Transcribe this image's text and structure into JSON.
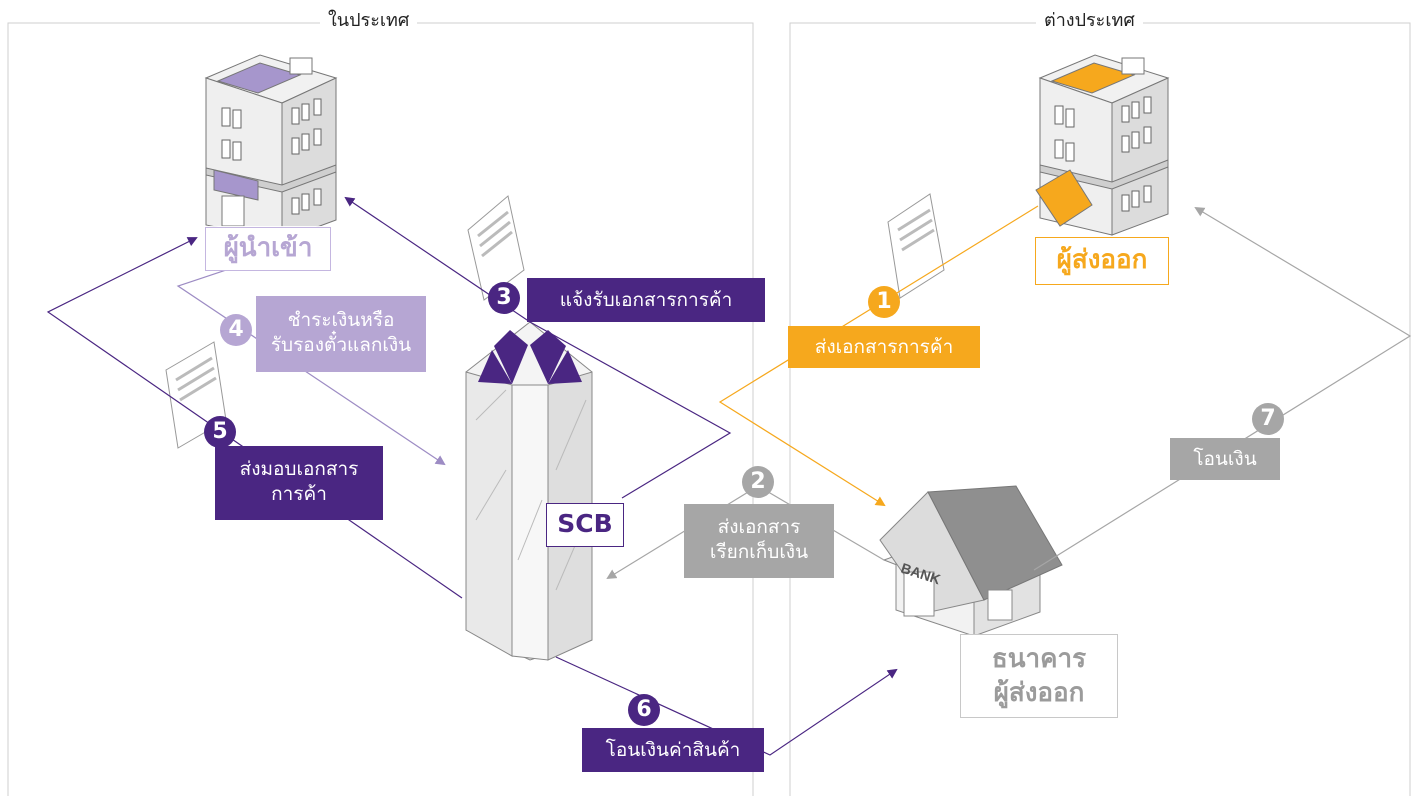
{
  "regions": {
    "domestic": "ในประเทศ",
    "abroad": "ต่างประเทศ"
  },
  "parties": {
    "importer": "ผู้นำเข้า",
    "exporter": "ผู้ส่งออก",
    "bank_name": "SCB",
    "bank_sign": "BANK",
    "exporter_bank_line1": "ธนาคาร",
    "exporter_bank_line2": "ผู้ส่งออก"
  },
  "steps": [
    {
      "num": "1",
      "label_line1": "ส่งเอกสารการค้า",
      "label_line2": ""
    },
    {
      "num": "2",
      "label_line1": "ส่งเอกสาร",
      "label_line2": "เรียกเก็บเงิน"
    },
    {
      "num": "3",
      "label_line1": "แจ้งรับเอกสารการค้า",
      "label_line2": ""
    },
    {
      "num": "4",
      "label_line1": "ชำระเงินหรือ",
      "label_line2": "รับรองตั๋วแลกเงิน"
    },
    {
      "num": "5",
      "label_line1": "ส่งมอบเอกสาร",
      "label_line2": "การค้า"
    },
    {
      "num": "6",
      "label_line1": "โอนเงินค่าสินค้า",
      "label_line2": ""
    },
    {
      "num": "7",
      "label_line1": "โอนเงิน",
      "label_line2": ""
    }
  ],
  "colors": {
    "purple": "#4a2682",
    "lilac": "#b6a6d3",
    "gray": "#a6a6a6",
    "orange": "#f6a81d"
  },
  "icons": {
    "importer_building": "building-icon",
    "exporter_building": "building-icon",
    "scb_tower": "tower-icon",
    "exporter_bank": "bank-building-icon",
    "document": "document-icon"
  }
}
